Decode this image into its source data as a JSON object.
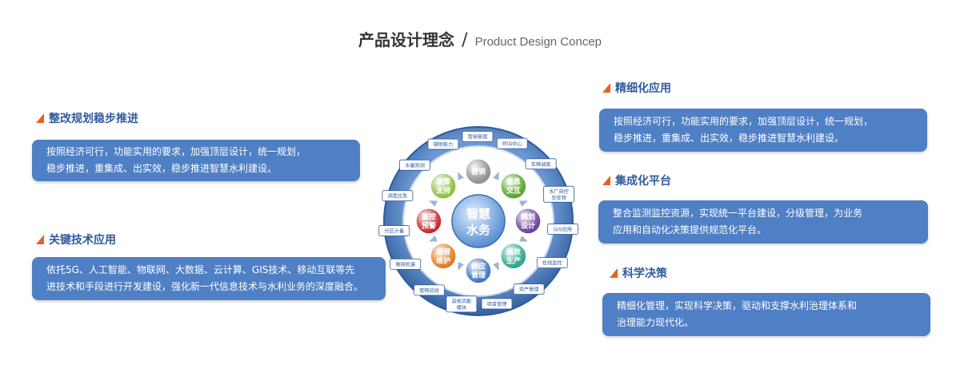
{
  "header": {
    "title_zh": "产品设计理念",
    "separator": "/",
    "title_en": "Product Design Concep"
  },
  "left_sections": [
    {
      "title": "整改规划稳步推进",
      "lines": [
        "按照经济可行，功能实用的要求，加强顶层设计，统一规划，",
        "稳步推进，重集成、出实效，稳步推进智慧水利建设。"
      ]
    },
    {
      "title": "关键技术应用",
      "lines": [
        "依托5G、人工智能、物联网、大数据、云计算、GIS技术、移动互联等先",
        "进技术和手段进行开发建设，强化新一代信息技术与水利业务的深度融合。"
      ]
    }
  ],
  "right_sections": [
    {
      "title": "精细化应用",
      "lines": [
        "按照经济可行，功能实用的要求，加强顶层设计，统一规划，",
        "稳步推进，重集成、出实效，稳步推进智慧水利建设。"
      ]
    },
    {
      "title": "集成化平台",
      "lines": [
        "整合监测监控资源，实现统一平台建设，分级管理，为业务",
        "应用和自动化决策提供规范化平台。"
      ]
    },
    {
      "title": "科学决策",
      "lines": [
        "精细化管理，实现科学决策，驱动和支撑水利治理体系和",
        "治理能力现代化。"
      ]
    }
  ],
  "diagram": {
    "center": [
      "智慧",
      "水务"
    ],
    "inner_nodes": [
      {
        "label": [
          "营销"
        ],
        "color": "#8f8f8f"
      },
      {
        "label": [
          "信息",
          "交互"
        ],
        "color": "#5aa32a"
      },
      {
        "label": [
          "规划",
          "设计"
        ],
        "color": "#6a3f9a"
      },
      {
        "label": [
          "高效",
          "生产"
        ],
        "color": "#2aa58c"
      },
      {
        "label": [
          "供应",
          "管理"
        ],
        "color": "#3f74c2"
      },
      {
        "label": [
          "运营",
          "维护"
        ],
        "color": "#e07b1f"
      },
      {
        "label": [
          "监控",
          "预警"
        ],
        "color": "#c4262c"
      },
      {
        "label": [
          "决策",
          "支持"
        ],
        "color": "#8cc043"
      }
    ],
    "ring_tags": [
      [
        "营销管理"
      ],
      [
        "呼叫中心"
      ],
      [
        "车辆调度"
      ],
      [
        "水厂自控",
        "及变频"
      ],
      [
        "GIS应用"
      ],
      [
        "在线监控"
      ],
      [
        "资产管理"
      ],
      [
        "项目管理"
      ],
      [
        "其他功能",
        "模块"
      ],
      [
        "管网巡线"
      ],
      [
        "管网检漏"
      ],
      [
        "分区计量"
      ],
      [
        "调度应急"
      ],
      [
        "水量预测"
      ],
      [
        "辅助能力"
      ]
    ],
    "colors": {
      "ring": "#4d7fc0",
      "ring_dark": "#2f5aa0",
      "tag_fill": "#ffffff",
      "tag_text": "#2f5aa0",
      "center_start": "#dfeeff",
      "center_end": "#4d86cf",
      "arrow": "#9fb4cc"
    }
  }
}
